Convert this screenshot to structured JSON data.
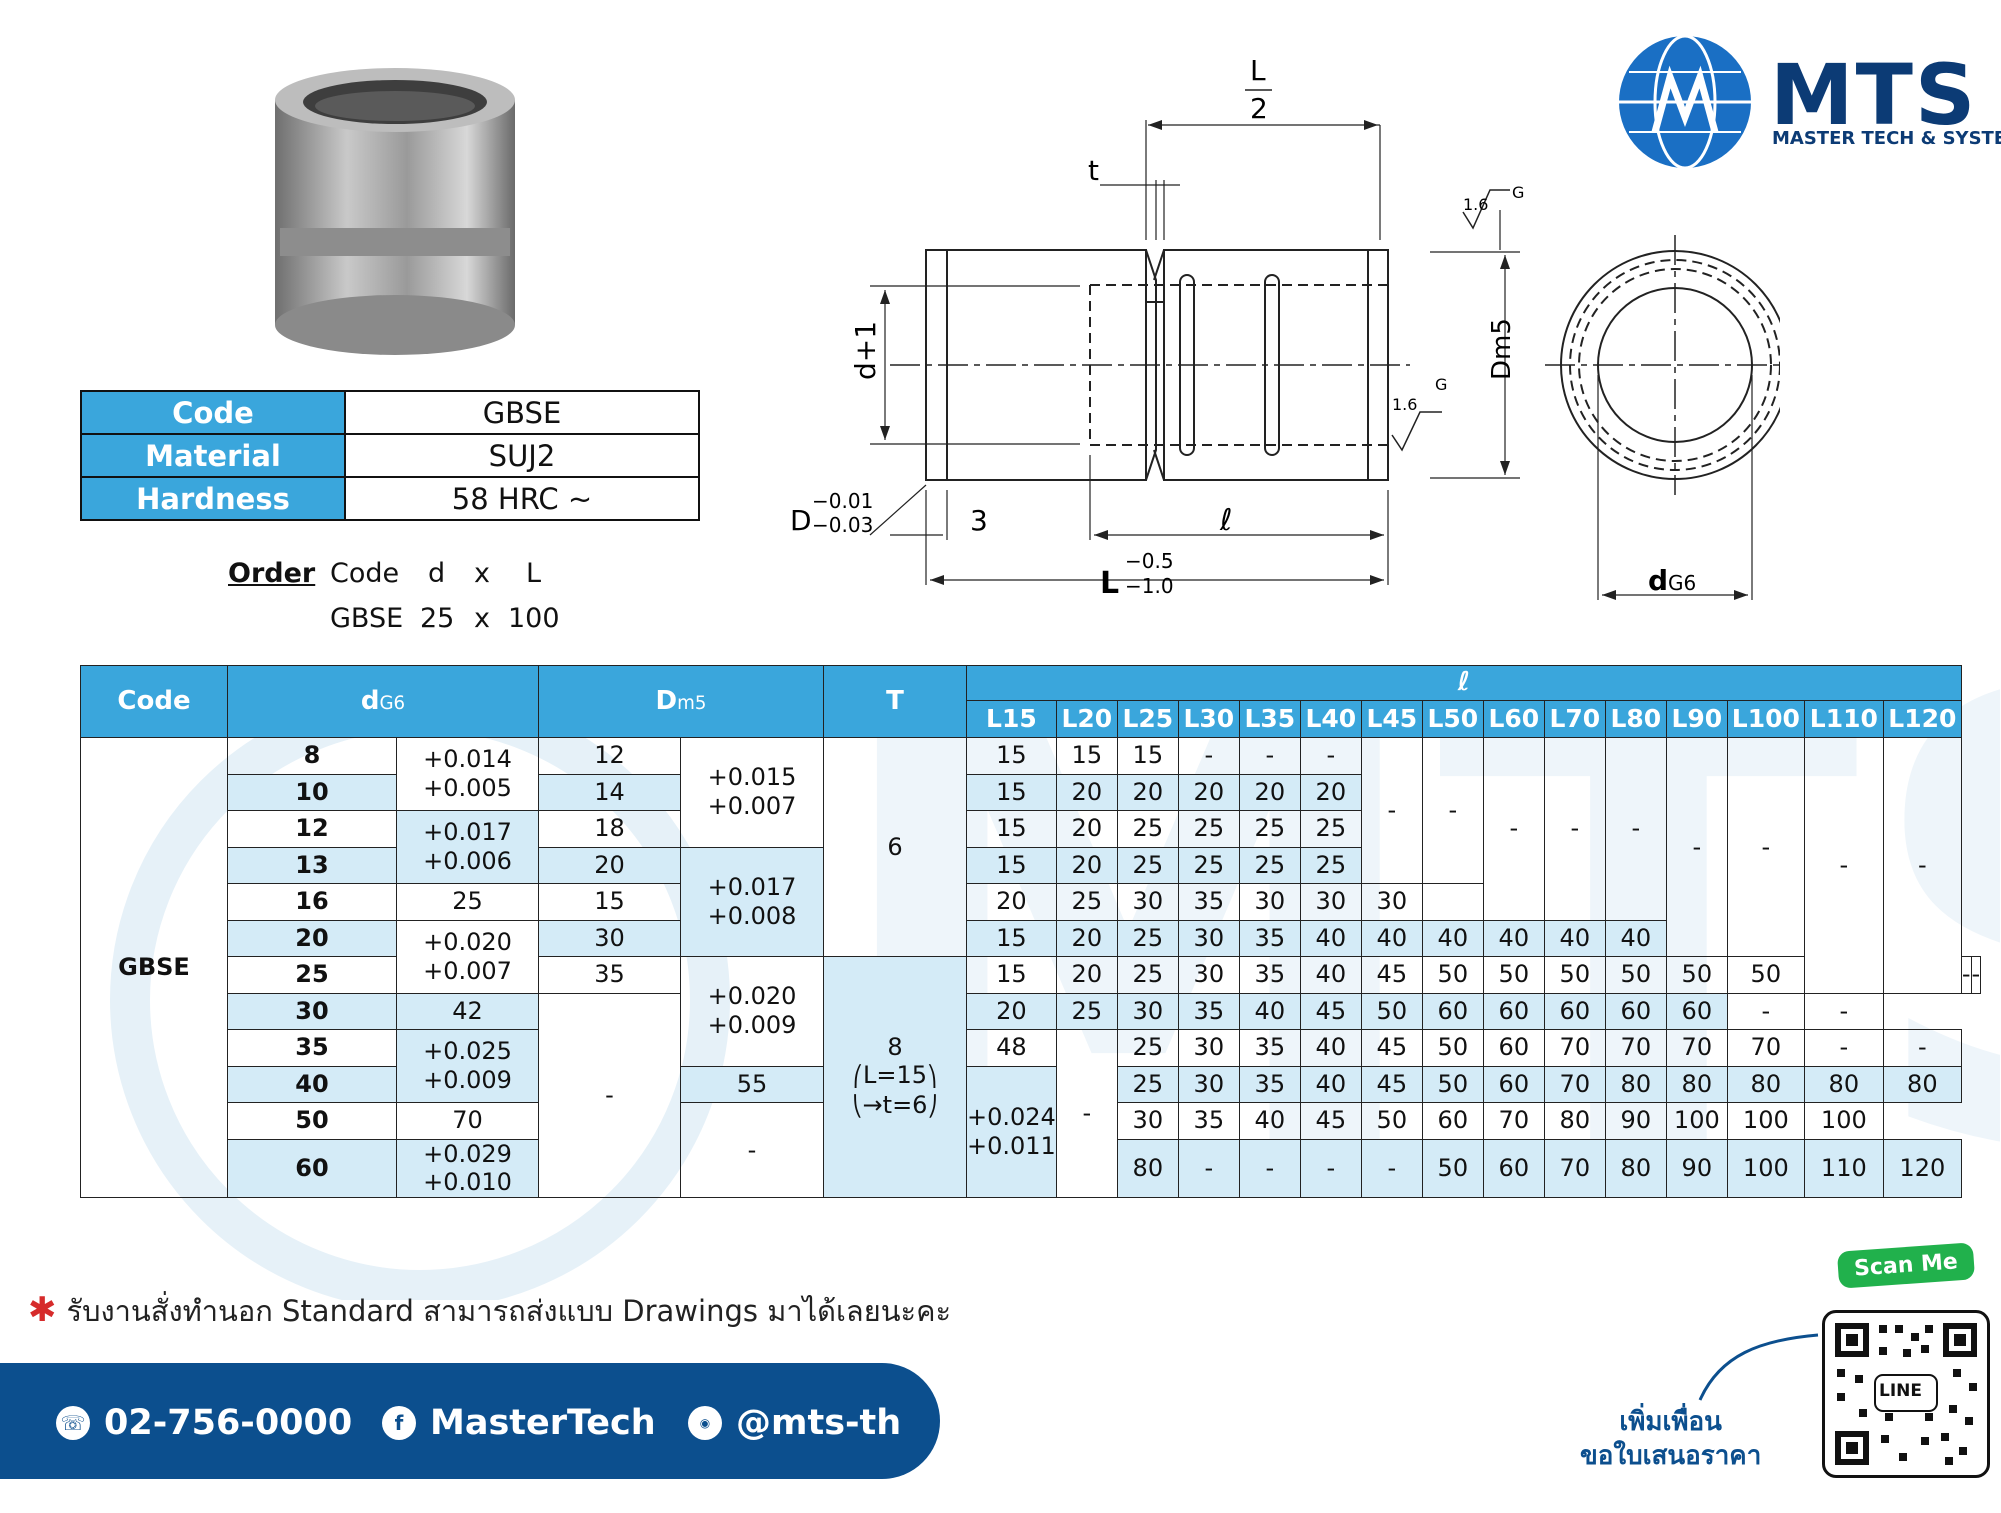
{
  "brand": {
    "name": "MTS",
    "tagline": "MASTER TECH & SYSTEMS"
  },
  "spec": [
    {
      "key": "Code",
      "value": "GBSE"
    },
    {
      "key": "Material",
      "value": "SUJ2"
    },
    {
      "key": "Hardness",
      "value": "58 HRC ~"
    }
  ],
  "order": {
    "label": "Order",
    "header": [
      "Code",
      "d",
      "x",
      "L"
    ],
    "example": [
      "GBSE",
      "25",
      "x",
      "100"
    ]
  },
  "drawing": {
    "half_len_num": "L",
    "half_len_den": "2",
    "t": "t",
    "d_plus": "d+1",
    "rough1": "1.6",
    "rough2": "1.6",
    "G1": "G",
    "G2": "G",
    "Dm5": "Dm5",
    "D_tol_up": "−0.01",
    "D_tol_low": "−0.03",
    "D": "D",
    "three": "3",
    "ell": "ℓ",
    "L": "L",
    "L_tol_up": "−0.5",
    "L_tol_low": "−1.0",
    "dG6_d": "d",
    "dG6_sub": "G6"
  },
  "table": {
    "header": {
      "code": "Code",
      "d": "d",
      "d_sub": "G6",
      "D": "D",
      "D_sub": "m5",
      "T": "T",
      "ell": "ℓ",
      "lcols": [
        "L15",
        "L20",
        "L25",
        "L30",
        "L35",
        "L40",
        "L45",
        "L50",
        "L60",
        "L70",
        "L80",
        "L90",
        "L100",
        "L110",
        "L120"
      ]
    },
    "code": "GBSE",
    "d": [
      "8",
      "10",
      "12",
      "13",
      "16",
      "20",
      "25",
      "30",
      "35",
      "40",
      "50",
      "60"
    ],
    "d_tol": [
      [
        "+0.014",
        "+0.005"
      ],
      [
        "+0.017",
        "+0.006"
      ],
      [
        "+0.020",
        "+0.007"
      ],
      [
        "+0.025",
        "+0.009"
      ],
      [
        "+0.029",
        "+0.010"
      ]
    ],
    "D": [
      "12",
      "14",
      "18",
      "20",
      "25",
      "30",
      "35",
      "42",
      "48",
      "55",
      "70",
      "80"
    ],
    "D_tol": [
      [
        "+0.015",
        "+0.007"
      ],
      [
        "+0.017",
        "+0.008"
      ],
      [
        "+0.020",
        "+0.009"
      ],
      [
        "+0.024",
        "+0.011"
      ]
    ],
    "T": [
      "6",
      "8"
    ],
    "T_note": [
      "L=15",
      "→t=6"
    ],
    "dash": "-",
    "rows": [
      [
        "15",
        "15",
        "15",
        "-",
        "-",
        "-"
      ],
      [
        "15",
        "20",
        "20",
        "20",
        "20",
        "20"
      ],
      [
        "15",
        "20",
        "25",
        "25",
        "25",
        "25"
      ],
      [
        "15",
        "20",
        "25",
        "25",
        "25",
        "25"
      ],
      [
        "15",
        "20",
        "25",
        "30",
        "35",
        "30",
        "30",
        "30"
      ],
      [
        "15",
        "20",
        "25",
        "30",
        "35",
        "40",
        "40",
        "40",
        "40",
        "40",
        "40"
      ],
      [
        "15",
        "20",
        "25",
        "30",
        "35",
        "40",
        "45",
        "50",
        "50",
        "50",
        "50",
        "50",
        "50"
      ],
      [
        "20",
        "25",
        "30",
        "35",
        "40",
        "45",
        "50",
        "60",
        "60",
        "60",
        "60",
        "60"
      ],
      [
        "25",
        "30",
        "35",
        "40",
        "45",
        "50",
        "60",
        "70",
        "70",
        "70",
        "70"
      ],
      [
        "25",
        "30",
        "35",
        "40",
        "45",
        "50",
        "60",
        "70",
        "80",
        "80",
        "80",
        "80",
        "80"
      ],
      [
        "30",
        "35",
        "40",
        "45",
        "50",
        "60",
        "70",
        "80",
        "90",
        "100",
        "100",
        "100"
      ],
      [
        "-",
        "-",
        "-",
        "-",
        "50",
        "60",
        "70",
        "80",
        "90",
        "100",
        "110",
        "120"
      ]
    ]
  },
  "footer": {
    "note": "รับงานสั่งทำนอก Standard สามารถส่งแบบ Drawings มาได้เลยนะคะ",
    "phone": "02-756-0000",
    "facebook": "MasterTech",
    "line": "@mts-th",
    "scan": "Scan Me",
    "qr_label": "LINE",
    "add1": "เพิ่มเพื่อน",
    "add2": "ขอใบเสนอราคา"
  }
}
